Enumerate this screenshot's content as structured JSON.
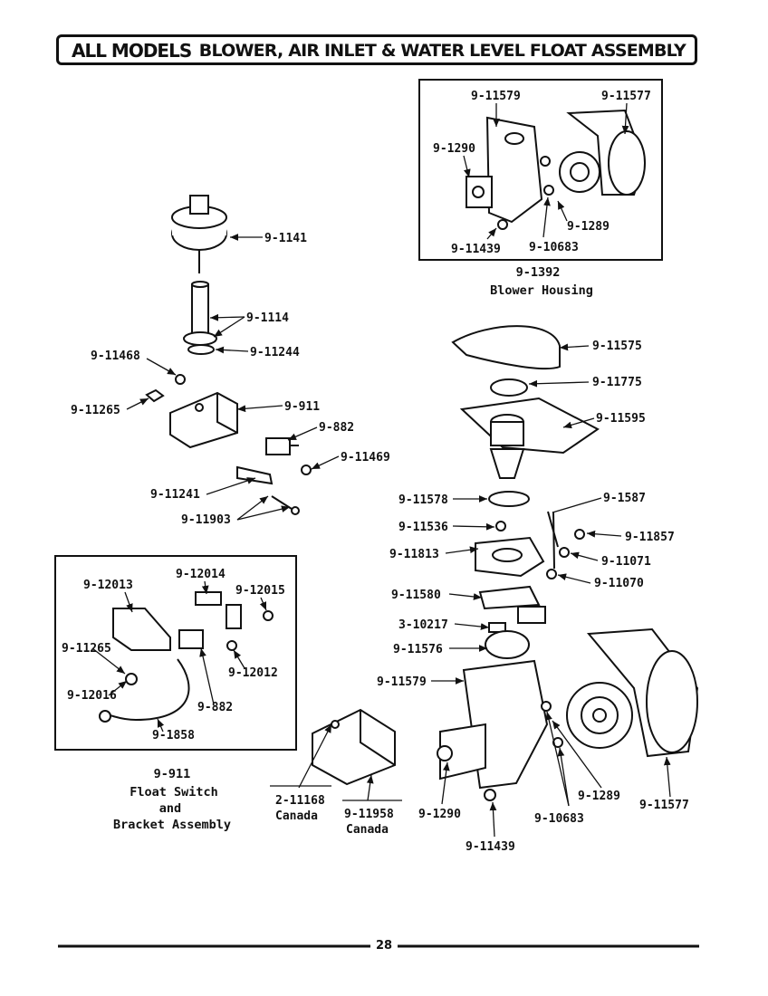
{
  "header": {
    "left": "ALL MODELS",
    "right": "BLOWER, AIR INLET & WATER LEVEL FLOAT ASSEMBLY"
  },
  "labels": {
    "p9_11579_top": "9-11579",
    "p9_11577_top": "9-11577",
    "p9_1290_top": "9-1290",
    "p9_1289_top": "9-1289",
    "p9_11439_top": "9-11439",
    "p9_10683_top": "9-10683",
    "p9_1141": "9-1141",
    "p9_1114": "9-1114",
    "p9_11468": "9-11468",
    "p9_11244": "9-11244",
    "p9_11265": "9-11265",
    "p9_911": "9-911",
    "p9_882": "9-882",
    "p9_11469": "9-11469",
    "p9_11241": "9-11241",
    "p9_11903": "9-11903",
    "p9_11575": "9-11575",
    "p9_11775": "9-11775",
    "p9_11595": "9-11595",
    "p9_11578": "9-11578",
    "p9_1587": "9-1587",
    "p9_11536": "9-11536",
    "p9_11857": "9-11857",
    "p9_11813": "9-11813",
    "p9_11071": "9-11071",
    "p9_11070": "9-11070",
    "p9_11580": "9-11580",
    "p3_10217": "3-10217",
    "p9_11576": "9-11576",
    "p9_11579_bot": "9-11579",
    "p9_1289_bot": "9-1289",
    "p9_11577_bot": "9-11577",
    "p9_1290_bot": "9-1290",
    "p9_10683_bot": "9-10683",
    "p9_11439_bot": "9-11439",
    "p2_11168": "2-11168",
    "canada_1": "Canada",
    "p9_11958": "9-11958",
    "canada_2": "Canada",
    "p9_12013": "9-12013",
    "p9_12014": "9-12014",
    "p9_12015": "9-12015",
    "p9_11265_box": "9-11265",
    "p9_12012": "9-12012",
    "p9_12016": "9-12016",
    "p9_882_box": "9-882",
    "p9_1858": "9-1858"
  },
  "captions": {
    "blower_num": "9-1392",
    "blower_name": "Blower Housing",
    "float_num": "9-911",
    "float_l1": "Float Switch",
    "float_l2": "and",
    "float_l3": "Bracket Assembly"
  },
  "page_number": "28"
}
